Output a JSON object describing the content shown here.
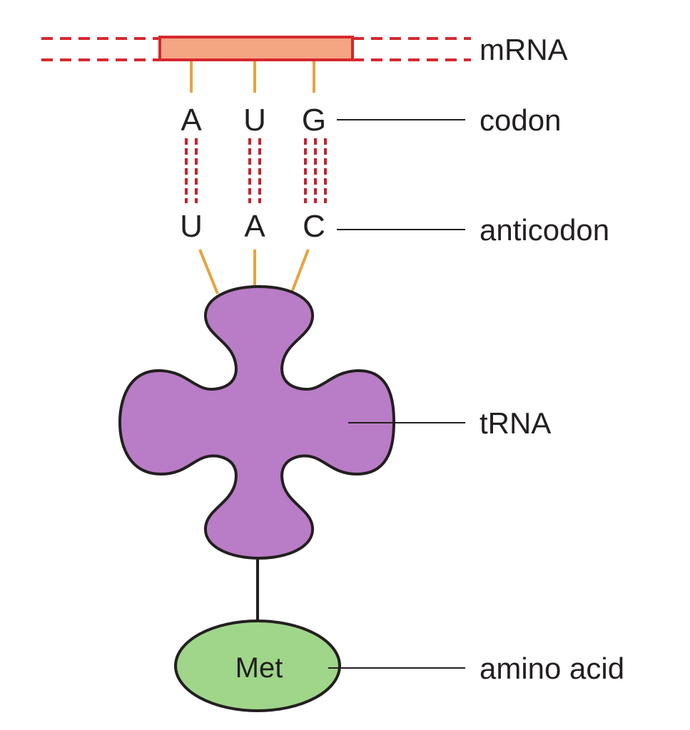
{
  "labels": {
    "mrna": "mRNA",
    "codon": "codon",
    "anticodon": "anticodon",
    "trna": "tRNA",
    "amino_acid": "amino acid"
  },
  "codon_bases": [
    "A",
    "U",
    "G"
  ],
  "anticodon_bases": [
    "U",
    "A",
    "C"
  ],
  "amino_acid_name": "Met",
  "colors": {
    "mrna_fill": "#f4a582",
    "mrna_stroke": "#d7282f",
    "hydrogen_bond": "#c8202b",
    "backbone_link": "#e8a33d",
    "trna_fill": "#b97cc6",
    "amino_acid_fill": "#9fd68a",
    "outline": "#231f20"
  }
}
